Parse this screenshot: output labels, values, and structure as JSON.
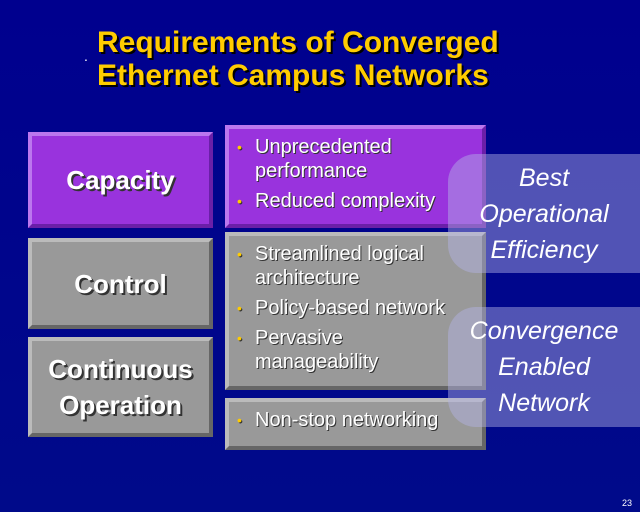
{
  "title": {
    "line1": "Requirements of Converged",
    "line2": "Ethernet Campus Networks",
    "marker": "."
  },
  "categories": [
    {
      "label": "Capacity"
    },
    {
      "label": "Control"
    },
    {
      "label1": "Continuous",
      "label2": "Operation"
    }
  ],
  "groups": [
    [
      "Unprecedented performance",
      "Reduced complexity"
    ],
    [
      "Streamlined logical architecture",
      "Policy-based network",
      "Pervasive manageability"
    ],
    [
      "Non-stop networking"
    ]
  ],
  "bullet": "•",
  "outcomes": [
    [
      "Best",
      "Operational",
      "Efficiency"
    ],
    [
      "Convergence",
      "Enabled",
      "Network"
    ]
  ],
  "page_number": "23"
}
